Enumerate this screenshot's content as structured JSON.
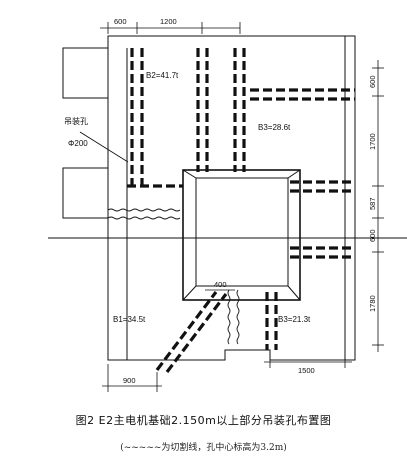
{
  "figure": {
    "caption": "图2 E2主电机基础2.150m以上部分吊装孔布置图",
    "note": "(~~~~~为切割线，孔中心标高为3.2m)"
  },
  "labels": {
    "b2": "B2=41.7t",
    "b3_top": "B3=28.6t",
    "b1": "B1=34.5t",
    "b3_bottom": "B3=21.3t",
    "hole_title": "吊装孔",
    "hole_dia": "Φ200"
  },
  "dimensions": {
    "top": [
      "600",
      "1200"
    ],
    "right": [
      "600",
      "1700",
      "587",
      "600",
      "1780"
    ],
    "inner": "400",
    "bottom_right": "1500",
    "bottom_left": "900"
  }
}
